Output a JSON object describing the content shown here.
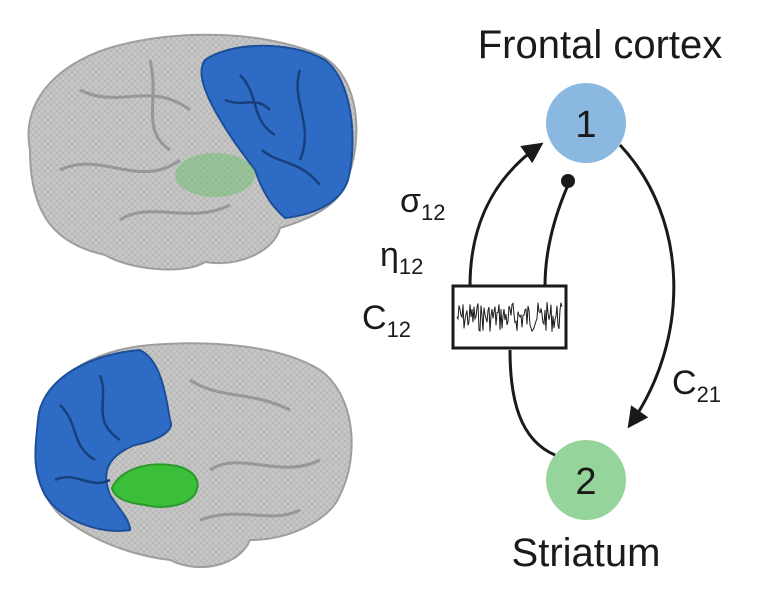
{
  "labels": {
    "frontal_cortex": "Frontal cortex",
    "striatum": "Striatum",
    "node_1": "1",
    "node_2": "2"
  },
  "params": {
    "sigma": {
      "symbol": "σ",
      "sub": "12"
    },
    "eta": {
      "symbol": "η",
      "sub": "12"
    },
    "c12": {
      "symbol": "C",
      "sub": "12"
    },
    "c21": {
      "symbol": "C",
      "sub": "21"
    }
  },
  "colors": {
    "node_1": "#8ab8e0",
    "node_2": "#95d49a",
    "cortex_blue": "#2e6bc4",
    "striatum_green": "#3bbf3b",
    "brain_gray": "#a9a9a9"
  }
}
